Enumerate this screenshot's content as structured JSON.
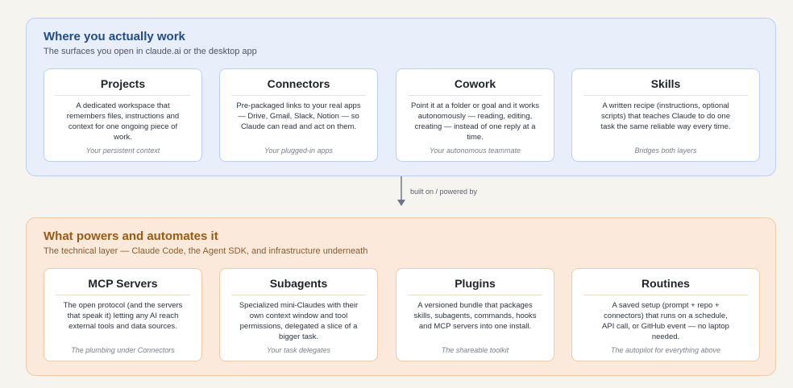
{
  "top": {
    "title": "Where you actually work",
    "subtitle": "The surfaces you open in claude.ai or the desktop app",
    "cards": [
      {
        "title": "Projects",
        "desc": "A dedicated workspace that remembers files, instructions and context for one ongoing piece of work.",
        "tag": "Your persistent context"
      },
      {
        "title": "Connectors",
        "desc": "Pre-packaged links to your real apps — Drive, Gmail, Slack, Notion — so Claude can read and act on them.",
        "tag": "Your plugged-in apps"
      },
      {
        "title": "Cowork",
        "desc": "Point it at a folder or goal and it works autonomously — reading, editing, creating — instead of one reply at a time.",
        "tag": "Your autonomous teammate"
      },
      {
        "title": "Skills",
        "desc": "A written recipe (instructions, optional scripts) that teaches Claude to do one task the same reliable way every time.",
        "tag": "Bridges both layers"
      }
    ]
  },
  "connector": {
    "label": "built on / powered by",
    "icon": "arrow-down-icon"
  },
  "bottom": {
    "title": "What powers and automates it",
    "subtitle": "The technical layer — Claude Code, the Agent SDK, and infrastructure underneath",
    "cards": [
      {
        "title": "MCP Servers",
        "desc": "The open protocol (and the servers that speak it) letting any AI reach external tools and data sources.",
        "tag": "The plumbing under Connectors"
      },
      {
        "title": "Subagents",
        "desc": "Specialized mini-Claudes with their own context window and tool permissions, delegated a slice of a bigger task.",
        "tag": "Your task delegates"
      },
      {
        "title": "Plugins",
        "desc": "A versioned bundle that packages skills, subagents, commands, hooks and MCP servers into one install.",
        "tag": "The shareable toolkit"
      },
      {
        "title": "Routines",
        "desc": "A saved setup (prompt + repo + connectors) that runs on a schedule, API call, or GitHub event — no laptop needed.",
        "tag": "The autopilot for everything above"
      }
    ]
  },
  "colors": {
    "top_accent": "#1f4b8f",
    "bottom_accent": "#9a5a12",
    "top_fill": "#e8effb",
    "bottom_fill": "#fbeadb"
  }
}
